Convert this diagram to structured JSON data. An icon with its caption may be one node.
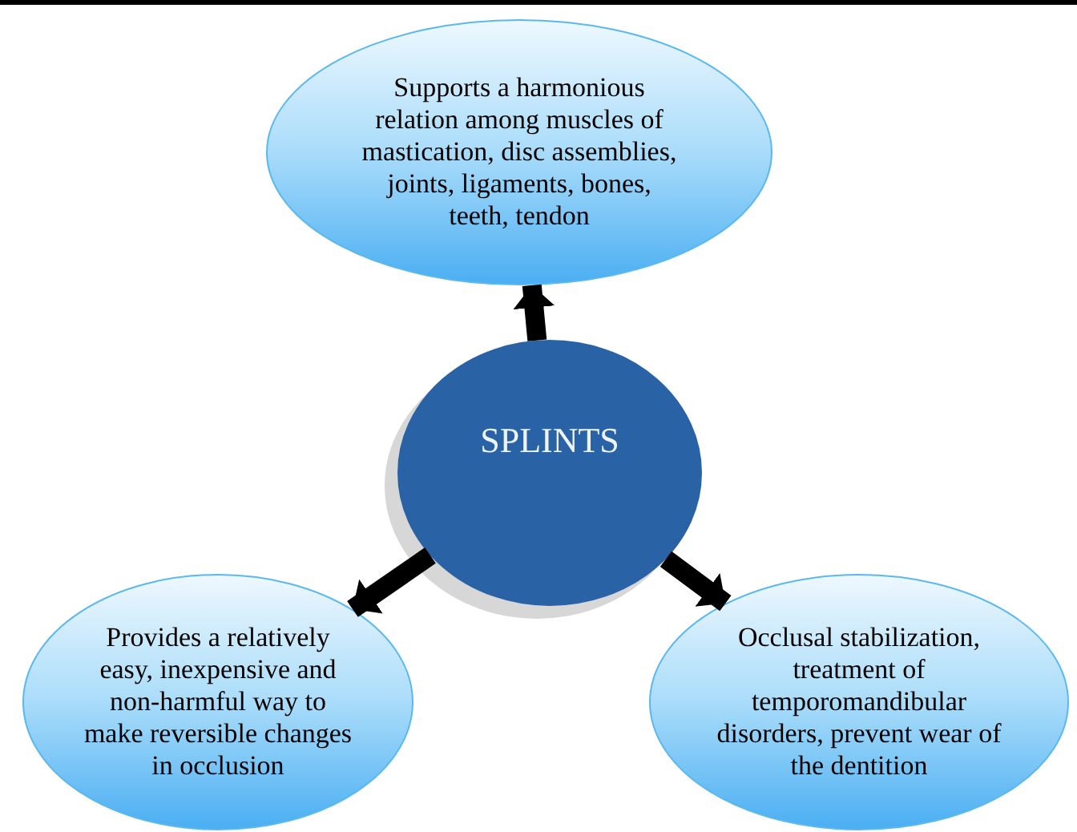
{
  "diagram": {
    "nodes": [
      {
        "text": [
          "Supports a harmonious relation among muscles of mastication, disc assemblies, joints, ligaments, bones, teeth, tendon"
        ]
      },
      {
        "text": [
          "SPLINTS"
        ]
      },
      {
        "text": [
          "Provides a relatively easy,  inexpensive and non-harmful way to make reversible changes in occlusion"
        ]
      },
      {
        "text": [
          "Occlusal stabilization, treatment of temporomandibular disorders, prevent wear of the dentition"
        ]
      }
    ],
    "edges": [
      {
        "from": 1,
        "to": 0,
        "arrow": "to"
      },
      {
        "from": 1,
        "to": 2,
        "arrow": "to"
      },
      {
        "from": 1,
        "to": 3,
        "arrow": "to"
      }
    ]
  }
}
